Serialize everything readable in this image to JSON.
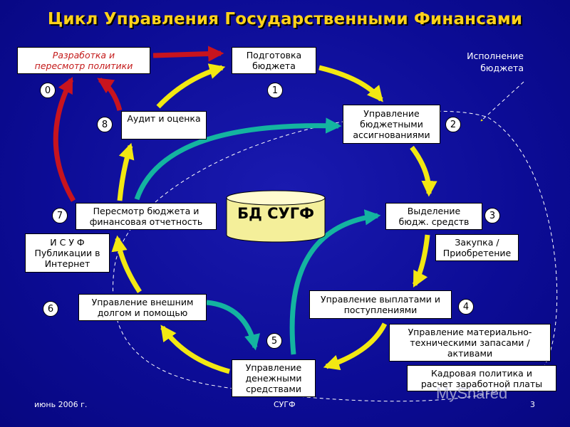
{
  "title": "Цикл Управления Государственными Финансами",
  "database_label": "БД СУГФ",
  "execution_note": "Исполнение\nбюджета",
  "nodes": [
    {
      "id": "policy",
      "label": "Разработка и\nпересмотр политики",
      "number": "0"
    },
    {
      "id": "budget-prep",
      "label": "Подготовка\nбюджета",
      "number": "1"
    },
    {
      "id": "appropriations",
      "label": "Управление\nбюджетными\nассигнованиями",
      "number": "2"
    },
    {
      "id": "funds-release",
      "label": "Выделение\nбюдж. средств",
      "number": "3"
    },
    {
      "id": "payments",
      "label": "Управление выплатами и\nпоступлениями",
      "number": "4"
    },
    {
      "id": "cash",
      "label": "Управление\nденежными\nсредствами",
      "number": "5"
    },
    {
      "id": "external-debt",
      "label": "Управление внешним\nдолгом и помощью",
      "number": "6"
    },
    {
      "id": "budget-review",
      "label": "Пересмотр бюджета и\nфинансовая отчетность",
      "number": "7"
    },
    {
      "id": "audit",
      "label": "Аудит и оценка",
      "number": "8"
    }
  ],
  "side_boxes": {
    "procurement": "Закупка /\nПриобретение",
    "inventory": "Управление материально-\nтехническими запасами /\nактивами",
    "hr": "Кадровая политика и\nрасчет заработной платы",
    "publication": "И С У Ф\nПубликации в\nИнтернет"
  },
  "colors": {
    "cycle_arrow": "#f2e812",
    "policy_arrow": "#c8141e",
    "link_arrow": "#14b4a0",
    "background": "#0c0c95",
    "title": "#ffd21a"
  },
  "footer": {
    "date": "июнь 2006 г.",
    "center": "СУГФ",
    "page": "3"
  },
  "watermark": "MyShared"
}
